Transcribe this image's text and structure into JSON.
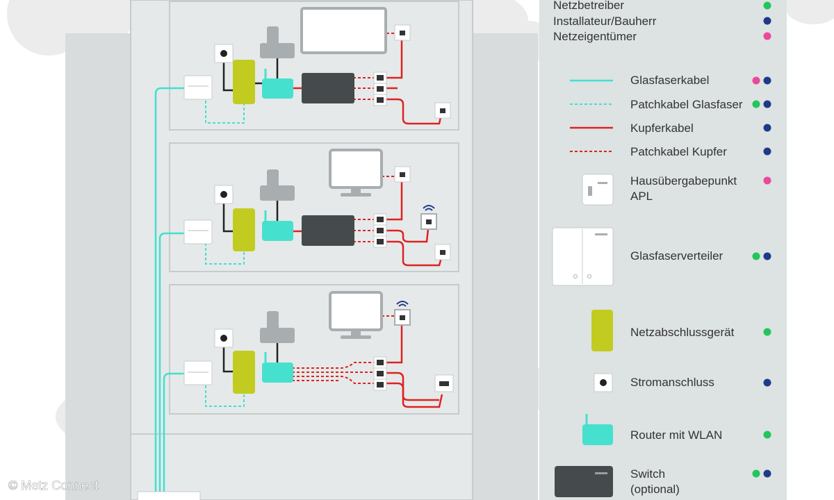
{
  "colors": {
    "netzbetreiber": "#22c55e",
    "installateur": "#1e3a8a",
    "netzeigentuemer": "#ec4899",
    "glasfaser": "#40e0d0",
    "kupfer": "#dd2222",
    "ont": "#c2cc20",
    "router": "#46e0cf",
    "switch": "#454a4d",
    "panel": "#dde2e2"
  },
  "roles": [
    {
      "label": "Netzbetreiber",
      "dots": [
        "netzbetreiber"
      ]
    },
    {
      "label": "Installateur/Bauherr",
      "dots": [
        "installateur"
      ]
    },
    {
      "label": "Netzeigentümer",
      "dots": [
        "netzeigentuemer"
      ]
    }
  ],
  "legend": {
    "glasfaserkabel": {
      "label": "Glasfaserkabel",
      "dots": [
        "netzeigentuemer",
        "installateur"
      ]
    },
    "patchkabel_glasfaser": {
      "label": "Patchkabel Glasfaser",
      "dots": [
        "netzbetreiber",
        "installateur"
      ]
    },
    "kupferkabel": {
      "label": "Kupferkabel",
      "dots": [
        "installateur"
      ]
    },
    "patchkabel_kupfer": {
      "label": "Patchkabel Kupfer",
      "dots": [
        "installateur"
      ]
    },
    "apl": {
      "label_line1": "Hausübergabepunkt",
      "label_line2": "APL",
      "dots": [
        "netzeigentuemer"
      ]
    },
    "verteiler": {
      "label": "Glasfaserverteiler",
      "dots": [
        "netzbetreiber",
        "installateur"
      ]
    },
    "ont": {
      "label": "Netzabschlussgerät",
      "dots": [
        "netzbetreiber"
      ]
    },
    "strom": {
      "label": "Stromanschluss",
      "dots": [
        "installateur"
      ]
    },
    "router": {
      "label": "Router mit WLAN",
      "dots": [
        "netzbetreiber"
      ]
    },
    "switch": {
      "label_line1": "Switch",
      "label_line2": "(optional)",
      "dots": [
        "netzbetreiber",
        "installateur"
      ]
    }
  },
  "credit": "© Metz Connect"
}
